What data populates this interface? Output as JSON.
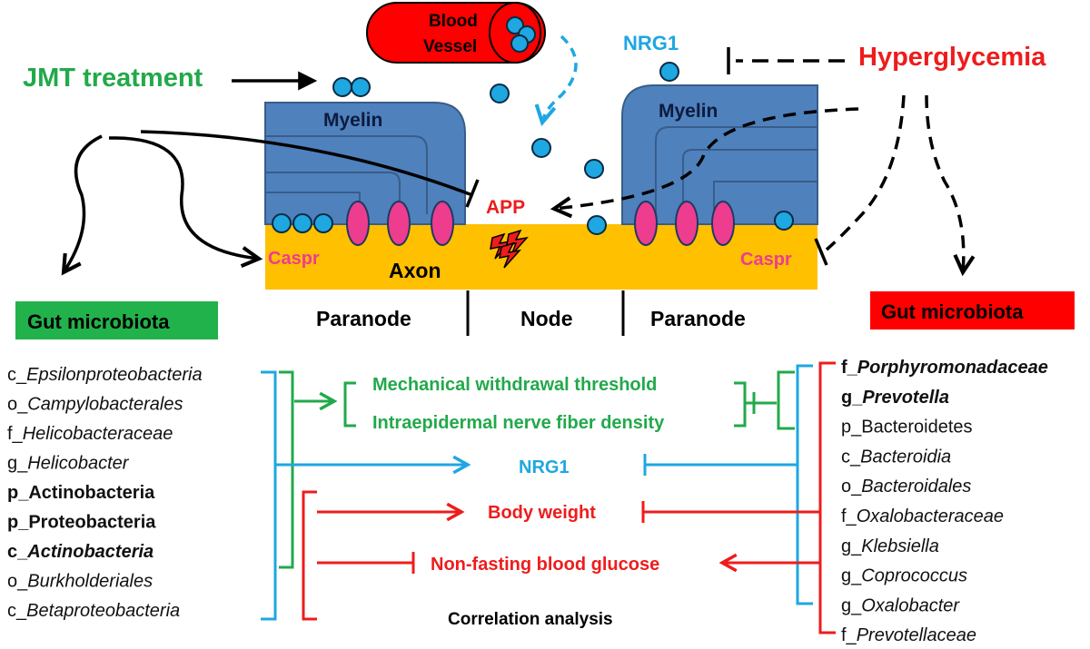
{
  "labels": {
    "blood_vessel_line1": "Blood",
    "blood_vessel_line2": "Vessel",
    "nrg1_top": "NRG1",
    "hyperglycemia": "Hyperglycemia",
    "jmt_treatment": "JMT treatment",
    "myelin_left": "Myelin",
    "myelin_right": "Myelin",
    "app": "APP",
    "caspr_left": "Caspr",
    "caspr_right": "Caspr",
    "axon": "Axon",
    "paranode_left": "Paranode",
    "node": "Node",
    "paranode_right": "Paranode",
    "gut_microbiota_left": "Gut microbiota",
    "gut_microbiota_right": "Gut microbiota",
    "mechanical_threshold": "Mechanical withdrawal threshold",
    "ienfd": "Intraepidermal nerve fiber density",
    "nrg1_center": "NRG1",
    "body_weight": "Body weight",
    "nonfasting_glucose": "Non-fasting blood glucose",
    "correlation_analysis": "Correlation analysis"
  },
  "taxa_left": [
    {
      "prefix": "c_",
      "name": "Epsilonproteobacteria",
      "bold": false,
      "italic": true
    },
    {
      "prefix": "o_",
      "name": "Campylobacterales",
      "bold": false,
      "italic": true
    },
    {
      "prefix": "f_",
      "name": "Helicobacteraceae",
      "bold": false,
      "italic": true
    },
    {
      "prefix": "g_",
      "name": "Helicobacter",
      "bold": false,
      "italic": true
    },
    {
      "prefix": "p_",
      "name": "Actinobacteria",
      "bold": true,
      "italic": false
    },
    {
      "prefix": "p_",
      "name": "Proteobacteria",
      "bold": true,
      "italic": false
    },
    {
      "prefix": "c_",
      "name": "Actinobacteria",
      "bold": true,
      "italic": true
    },
    {
      "prefix": "o_",
      "name": "Burkholderiales",
      "bold": false,
      "italic": true
    },
    {
      "prefix": "c_",
      "name": "Betaproteobacteria",
      "bold": false,
      "italic": true
    }
  ],
  "taxa_right": [
    {
      "prefix": "f_",
      "name": "Porphyromonadaceae",
      "bold": true,
      "italic": true
    },
    {
      "prefix": "g_",
      "name": "Prevotella",
      "bold": true,
      "italic": true
    },
    {
      "prefix": "p_",
      "name": "Bacteroidetes",
      "bold": false,
      "italic": false
    },
    {
      "prefix": "c_",
      "name": "Bacteroidia",
      "bold": false,
      "italic": true
    },
    {
      "prefix": "o_",
      "name": "Bacteroidales",
      "bold": false,
      "italic": true
    },
    {
      "prefix": "f_",
      "name": "Oxalobacteraceae",
      "bold": false,
      "italic": true
    },
    {
      "prefix": "g_",
      "name": "Klebsiella",
      "bold": false,
      "italic": true
    },
    {
      "prefix": "g_",
      "name": "Coprococcus",
      "bold": false,
      "italic": true
    },
    {
      "prefix": "g_",
      "name": "Oxalobacter",
      "bold": false,
      "italic": true
    },
    {
      "prefix": "f_",
      "name": "Prevotellaceae",
      "bold": false,
      "italic": true
    }
  ],
  "colors": {
    "green": "#22a94a",
    "blue": "#1ea7e1",
    "red": "#ee1c1c",
    "myelin": "#4f81bd",
    "axon": "#ffc000",
    "caspr": "#ee3c8f",
    "vessel": "#ff0000"
  }
}
